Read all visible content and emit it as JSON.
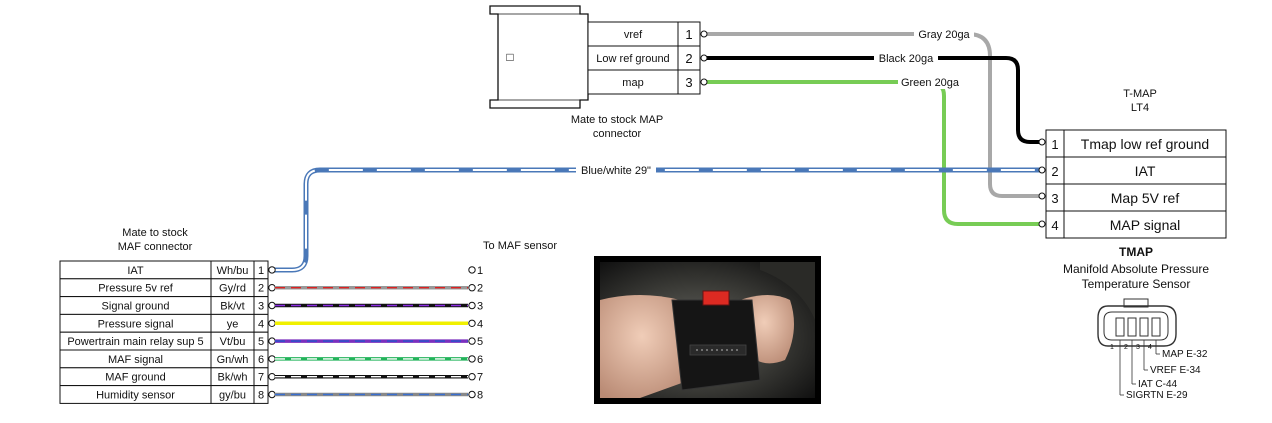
{
  "map_connector": {
    "caption_line1": "Mate to stock MAP",
    "caption_line2": "connector",
    "latch_symbol": "□",
    "pins": [
      {
        "label": "vref",
        "num": "1",
        "wire_label": "Gray 20ga",
        "color": "#a8a8a8"
      },
      {
        "label": "Low ref ground",
        "num": "2",
        "wire_label": "Black 20ga",
        "color": "#000000"
      },
      {
        "label": "map",
        "num": "3",
        "wire_label": "Green 20ga",
        "color": "#77cc55"
      }
    ]
  },
  "tmap_connector": {
    "title_line1": "T-MAP",
    "title_line2": "LT4",
    "pins": [
      {
        "num": "1",
        "label": "Tmap low ref ground"
      },
      {
        "num": "2",
        "label": "IAT"
      },
      {
        "num": "3",
        "label": "Map 5V ref"
      },
      {
        "num": "4",
        "label": "MAP signal"
      }
    ]
  },
  "iat_wire": {
    "label": "Blue/white 29\"",
    "color": "#4a78b8"
  },
  "maf_connector": {
    "caption_line1": "Mate to stock",
    "caption_line2": "MAF connector",
    "sensor_caption": "To MAF sensor",
    "rows": [
      {
        "name": "IAT",
        "code": "Wh/bu",
        "num": "1",
        "color": "#4a78b8",
        "stripe": "#ffffff",
        "wired": false
      },
      {
        "name": "Pressure 5v ref",
        "code": "Gy/rd",
        "num": "2",
        "color": "#999999",
        "stripe": "#dd2222",
        "wired": true
      },
      {
        "name": "Signal ground",
        "code": "Bk/vt",
        "num": "3",
        "color": "#111111",
        "stripe": "#8a2be2",
        "wired": true
      },
      {
        "name": "Pressure signal",
        "code": "ye",
        "num": "4",
        "color": "#f0f000",
        "stripe": "",
        "wired": true
      },
      {
        "name": "Powertrain main relay sup 5",
        "code": "Vt/bu",
        "num": "5",
        "color": "#7b2fbe",
        "stripe": "#2255cc",
        "wired": true
      },
      {
        "name": "MAF signal",
        "code": "Gn/wh",
        "num": "6",
        "color": "#22b35a",
        "stripe": "#ffffff",
        "wired": true
      },
      {
        "name": "MAF ground",
        "code": "Bk/wh",
        "num": "7",
        "color": "#111111",
        "stripe": "#ffffff",
        "wired": true
      },
      {
        "name": "Humidity sensor",
        "code": "gy/bu",
        "num": "8",
        "color": "#888888",
        "stripe": "#3a6fd0",
        "wired": true
      }
    ]
  },
  "tmap_sensor": {
    "title": "TMAP",
    "subtitle_line1": "Manifold Absolute Pressure",
    "subtitle_line2": "Temperature Sensor",
    "pin_numbers": [
      "1",
      "2",
      "3",
      "4"
    ],
    "callouts": [
      "MAP E-32",
      "VREF E-34",
      "IAT C-44",
      "SIGRTN E-29"
    ]
  }
}
